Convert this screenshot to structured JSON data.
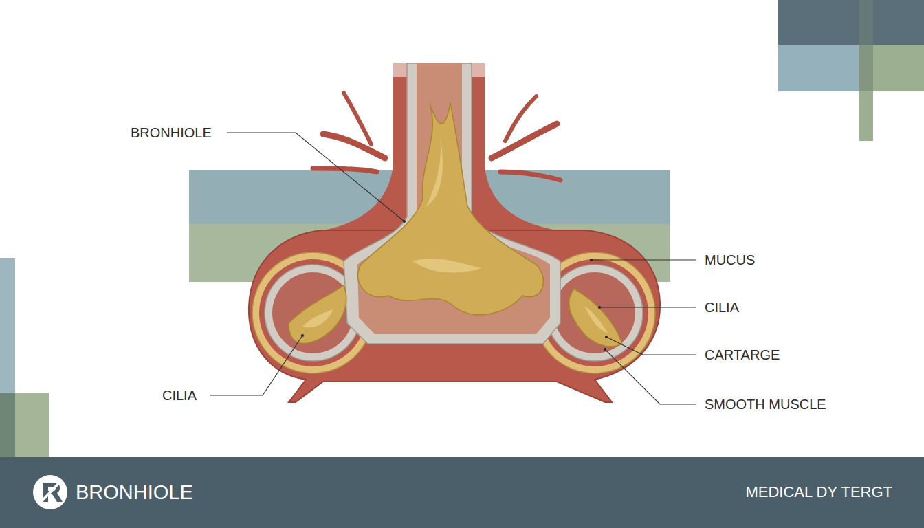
{
  "diagram": {
    "labels": [
      "BRONHIOLE",
      "MUCUS",
      "CILIA",
      "CARTARGE",
      "CILIA",
      "SMOOTH MUSCLE",
      "BRONHIOLE",
      "MEDICAL DY TERGT"
    ]
  }
}
